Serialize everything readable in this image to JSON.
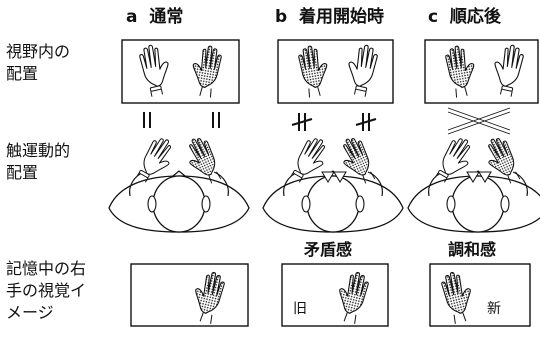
{
  "columns": [
    {
      "letter": "a",
      "title": "通常"
    },
    {
      "letter": "b",
      "title": "着用開始時"
    },
    {
      "letter": "c",
      "title": "順応後"
    }
  ],
  "rows": {
    "visual": "視野内の配置",
    "tactile": "触運動的配置",
    "memory": "記憶中の右手の視覚イメージ"
  },
  "memory_labels": {
    "b_title": "矛盾感",
    "c_title": "調和感",
    "b_tag": "旧",
    "c_tag": "新"
  }
}
